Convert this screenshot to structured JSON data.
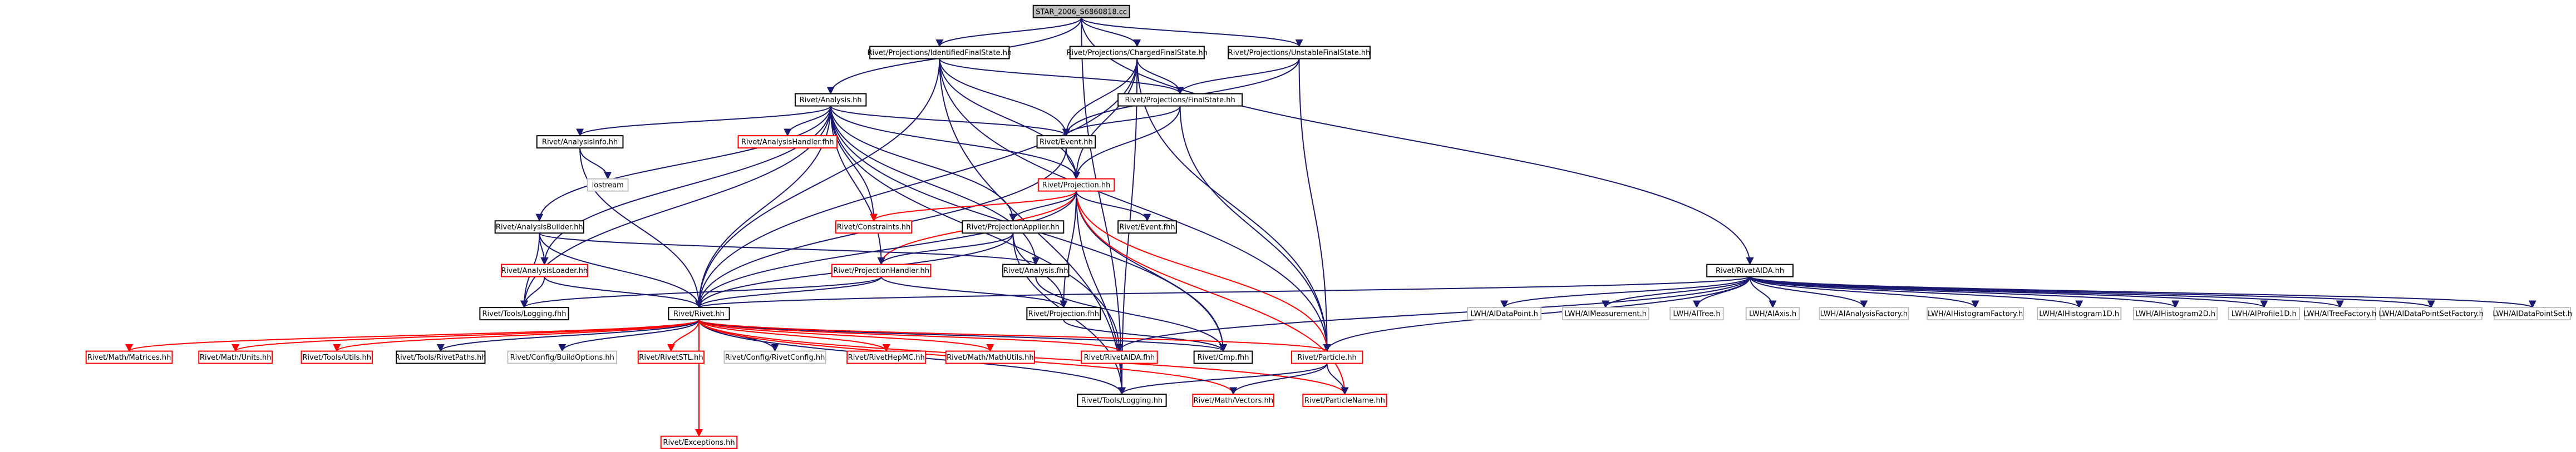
{
  "nodes": [
    {
      "id": "root",
      "label": "STAR_2006_S6860818.cc",
      "style": "root"
    },
    {
      "id": "idfs",
      "label": "Rivet/Projections/IdentifiedFinalState.hh",
      "style": "black"
    },
    {
      "id": "chfs",
      "label": "Rivet/Projections/ChargedFinalState.hh",
      "style": "black"
    },
    {
      "id": "unfs",
      "label": "Rivet/Projections/UnstableFinalState.hh",
      "style": "black"
    },
    {
      "id": "ana",
      "label": "Rivet/Analysis.hh",
      "style": "black"
    },
    {
      "id": "fs",
      "label": "Rivet/Projections/FinalState.hh",
      "style": "black"
    },
    {
      "id": "aida",
      "label": "Rivet/RivetAIDA.hh",
      "style": "black"
    },
    {
      "id": "ainfo",
      "label": "Rivet/AnalysisInfo.hh",
      "style": "black"
    },
    {
      "id": "ahand",
      "label": "Rivet/AnalysisHandler.fhh",
      "style": "red"
    },
    {
      "id": "event",
      "label": "Rivet/Event.hh",
      "style": "black"
    },
    {
      "id": "proj",
      "label": "Rivet/Projection.hh",
      "style": "red"
    },
    {
      "id": "iostream",
      "label": "iostream",
      "style": "gray"
    },
    {
      "id": "abuild",
      "label": "Rivet/AnalysisBuilder.hh",
      "style": "black"
    },
    {
      "id": "constr",
      "label": "Rivet/Constraints.hh",
      "style": "red"
    },
    {
      "id": "papply",
      "label": "Rivet/ProjectionApplier.hh",
      "style": "black"
    },
    {
      "id": "eventfhh",
      "label": "Rivet/Event.fhh",
      "style": "black"
    },
    {
      "id": "aloader",
      "label": "Rivet/AnalysisLoader.hh",
      "style": "red"
    },
    {
      "id": "phandler",
      "label": "Rivet/ProjectionHandler.hh",
      "style": "red"
    },
    {
      "id": "anafhh",
      "label": "Rivet/Analysis.fhh",
      "style": "black"
    },
    {
      "id": "logfhh",
      "label": "Rivet/Tools/Logging.fhh",
      "style": "black"
    },
    {
      "id": "rivet",
      "label": "Rivet/Rivet.hh",
      "style": "black"
    },
    {
      "id": "projfhh",
      "label": "Rivet/Projection.fhh",
      "style": "black"
    },
    {
      "id": "matrices",
      "label": "Rivet/Math/Matrices.hh",
      "style": "red"
    },
    {
      "id": "units",
      "label": "Rivet/Math/Units.hh",
      "style": "red"
    },
    {
      "id": "utils",
      "label": "Rivet/Tools/Utils.hh",
      "style": "red"
    },
    {
      "id": "paths",
      "label": "Rivet/Tools/RivetPaths.hh",
      "style": "black"
    },
    {
      "id": "buildopt",
      "label": "Rivet/Config/BuildOptions.hh",
      "style": "gray"
    },
    {
      "id": "stl",
      "label": "Rivet/RivetSTL.hh",
      "style": "red"
    },
    {
      "id": "cfg",
      "label": "Rivet/Config/RivetConfig.hh",
      "style": "gray"
    },
    {
      "id": "hepmc",
      "label": "Rivet/RivetHepMC.hh",
      "style": "red"
    },
    {
      "id": "mathutils",
      "label": "Rivet/Math/MathUtils.hh",
      "style": "red"
    },
    {
      "id": "aidafhh",
      "label": "Rivet/RivetAIDA.fhh",
      "style": "red"
    },
    {
      "id": "cmp",
      "label": "Rivet/Cmp.fhh",
      "style": "black"
    },
    {
      "id": "particle",
      "label": "Rivet/Particle.hh",
      "style": "red"
    },
    {
      "id": "logging",
      "label": "Rivet/Tools/Logging.hh",
      "style": "black"
    },
    {
      "id": "vectors",
      "label": "Rivet/Math/Vectors.hh",
      "style": "red"
    },
    {
      "id": "pname",
      "label": "Rivet/ParticleName.hh",
      "style": "red"
    },
    {
      "id": "except",
      "label": "Rivet/Exceptions.hh",
      "style": "red"
    },
    {
      "id": "dp",
      "label": "LWH/AIDataPoint.h",
      "style": "gray"
    },
    {
      "id": "meas",
      "label": "LWH/AIMeasurement.h",
      "style": "gray"
    },
    {
      "id": "tree",
      "label": "LWH/AITree.h",
      "style": "gray"
    },
    {
      "id": "axis",
      "label": "LWH/AIAxis.h",
      "style": "gray"
    },
    {
      "id": "af",
      "label": "LWH/AIAnalysisFactory.h",
      "style": "gray"
    },
    {
      "id": "hf",
      "label": "LWH/AIHistogramFactory.h",
      "style": "gray"
    },
    {
      "id": "h1",
      "label": "LWH/AIHistogram1D.h",
      "style": "gray"
    },
    {
      "id": "h2",
      "label": "LWH/AIHistogram2D.h",
      "style": "gray"
    },
    {
      "id": "p1",
      "label": "LWH/AIProfile1D.h",
      "style": "gray"
    },
    {
      "id": "tf",
      "label": "LWH/AITreeFactory.h",
      "style": "gray"
    },
    {
      "id": "dpsf",
      "label": "LWH/AIDataPointSetFactory.h",
      "style": "gray"
    },
    {
      "id": "dps",
      "label": "LWH/AIDataPointSet.h",
      "style": "gray"
    }
  ],
  "edges": [
    [
      "root",
      "idfs"
    ],
    [
      "root",
      "chfs"
    ],
    [
      "root",
      "unfs"
    ],
    [
      "root",
      "ana"
    ],
    [
      "root",
      "aida"
    ],
    [
      "root",
      "logging"
    ],
    [
      "idfs",
      "fs"
    ],
    [
      "idfs",
      "event"
    ],
    [
      "idfs",
      "proj"
    ],
    [
      "idfs",
      "rivet"
    ],
    [
      "idfs",
      "particle"
    ],
    [
      "idfs",
      "logging"
    ],
    [
      "chfs",
      "fs"
    ],
    [
      "chfs",
      "event"
    ],
    [
      "chfs",
      "proj"
    ],
    [
      "chfs",
      "rivet"
    ],
    [
      "chfs",
      "particle"
    ],
    [
      "chfs",
      "logging"
    ],
    [
      "unfs",
      "fs"
    ],
    [
      "unfs",
      "event"
    ],
    [
      "unfs",
      "particle"
    ],
    [
      "fs",
      "event"
    ],
    [
      "fs",
      "proj"
    ],
    [
      "fs",
      "particle"
    ],
    [
      "ana",
      "ainfo"
    ],
    [
      "ana",
      "ahand"
    ],
    [
      "ana",
      "event"
    ],
    [
      "ana",
      "proj"
    ],
    [
      "ana",
      "abuild"
    ],
    [
      "ana",
      "constr"
    ],
    [
      "ana",
      "papply"
    ],
    [
      "ana",
      "aloader"
    ],
    [
      "ana",
      "phandler"
    ],
    [
      "ana",
      "anafhh"
    ],
    [
      "ana",
      "logfhh"
    ],
    [
      "ana",
      "rivet"
    ],
    [
      "ana",
      "cmp"
    ],
    [
      "ana",
      "aidafhh"
    ],
    [
      "ainfo",
      "iostream"
    ],
    [
      "ainfo",
      "rivet"
    ],
    [
      "event",
      "proj"
    ],
    [
      "event",
      "rivet"
    ],
    [
      "proj",
      "constr"
    ],
    [
      "proj",
      "papply"
    ],
    [
      "proj",
      "eventfhh"
    ],
    [
      "proj",
      "phandler"
    ],
    [
      "proj",
      "projfhh"
    ],
    [
      "proj",
      "rivet"
    ],
    [
      "proj",
      "cmp"
    ],
    [
      "proj",
      "particle"
    ],
    [
      "proj",
      "pname"
    ],
    [
      "proj",
      "logging"
    ],
    [
      "abuild",
      "aloader"
    ],
    [
      "abuild",
      "logfhh"
    ],
    [
      "abuild",
      "rivet"
    ],
    [
      "abuild",
      "anafhh"
    ],
    [
      "papply",
      "phandler"
    ],
    [
      "papply",
      "rivet"
    ],
    [
      "papply",
      "projfhh"
    ],
    [
      "papply",
      "logging"
    ],
    [
      "aloader",
      "logfhh"
    ],
    [
      "aloader",
      "rivet"
    ],
    [
      "phandler",
      "logfhh"
    ],
    [
      "phandler",
      "rivet"
    ],
    [
      "phandler",
      "projfhh"
    ],
    [
      "anafhh",
      "cmp"
    ],
    [
      "projfhh",
      "cmp"
    ],
    [
      "rivet",
      "matrices"
    ],
    [
      "rivet",
      "units"
    ],
    [
      "rivet",
      "utils"
    ],
    [
      "rivet",
      "paths"
    ],
    [
      "rivet",
      "buildopt"
    ],
    [
      "rivet",
      "stl"
    ],
    [
      "rivet",
      "cfg"
    ],
    [
      "rivet",
      "hepmc"
    ],
    [
      "rivet",
      "mathutils"
    ],
    [
      "rivet",
      "aidafhh"
    ],
    [
      "rivet",
      "cmp"
    ],
    [
      "rivet",
      "particle"
    ],
    [
      "rivet",
      "logging"
    ],
    [
      "rivet",
      "vectors"
    ],
    [
      "rivet",
      "pname"
    ],
    [
      "rivet",
      "except"
    ],
    [
      "particle",
      "logging"
    ],
    [
      "particle",
      "vectors"
    ],
    [
      "particle",
      "pname"
    ],
    [
      "aida",
      "rivet"
    ],
    [
      "aida",
      "aidafhh"
    ],
    [
      "aida",
      "particle"
    ],
    [
      "aida",
      "dp"
    ],
    [
      "aida",
      "meas"
    ],
    [
      "aida",
      "tree"
    ],
    [
      "aida",
      "axis"
    ],
    [
      "aida",
      "af"
    ],
    [
      "aida",
      "hf"
    ],
    [
      "aida",
      "h1"
    ],
    [
      "aida",
      "h2"
    ],
    [
      "aida",
      "p1"
    ],
    [
      "aida",
      "tf"
    ],
    [
      "aida",
      "dpsf"
    ],
    [
      "aida",
      "dps"
    ]
  ],
  "colors": {
    "black": "#000000",
    "red": "#ff0000",
    "gray": "#bfbfbf",
    "root_fill": "#bfbfbf",
    "edge": "#191970",
    "edge_red": "#ff0000",
    "text": "#000000"
  }
}
